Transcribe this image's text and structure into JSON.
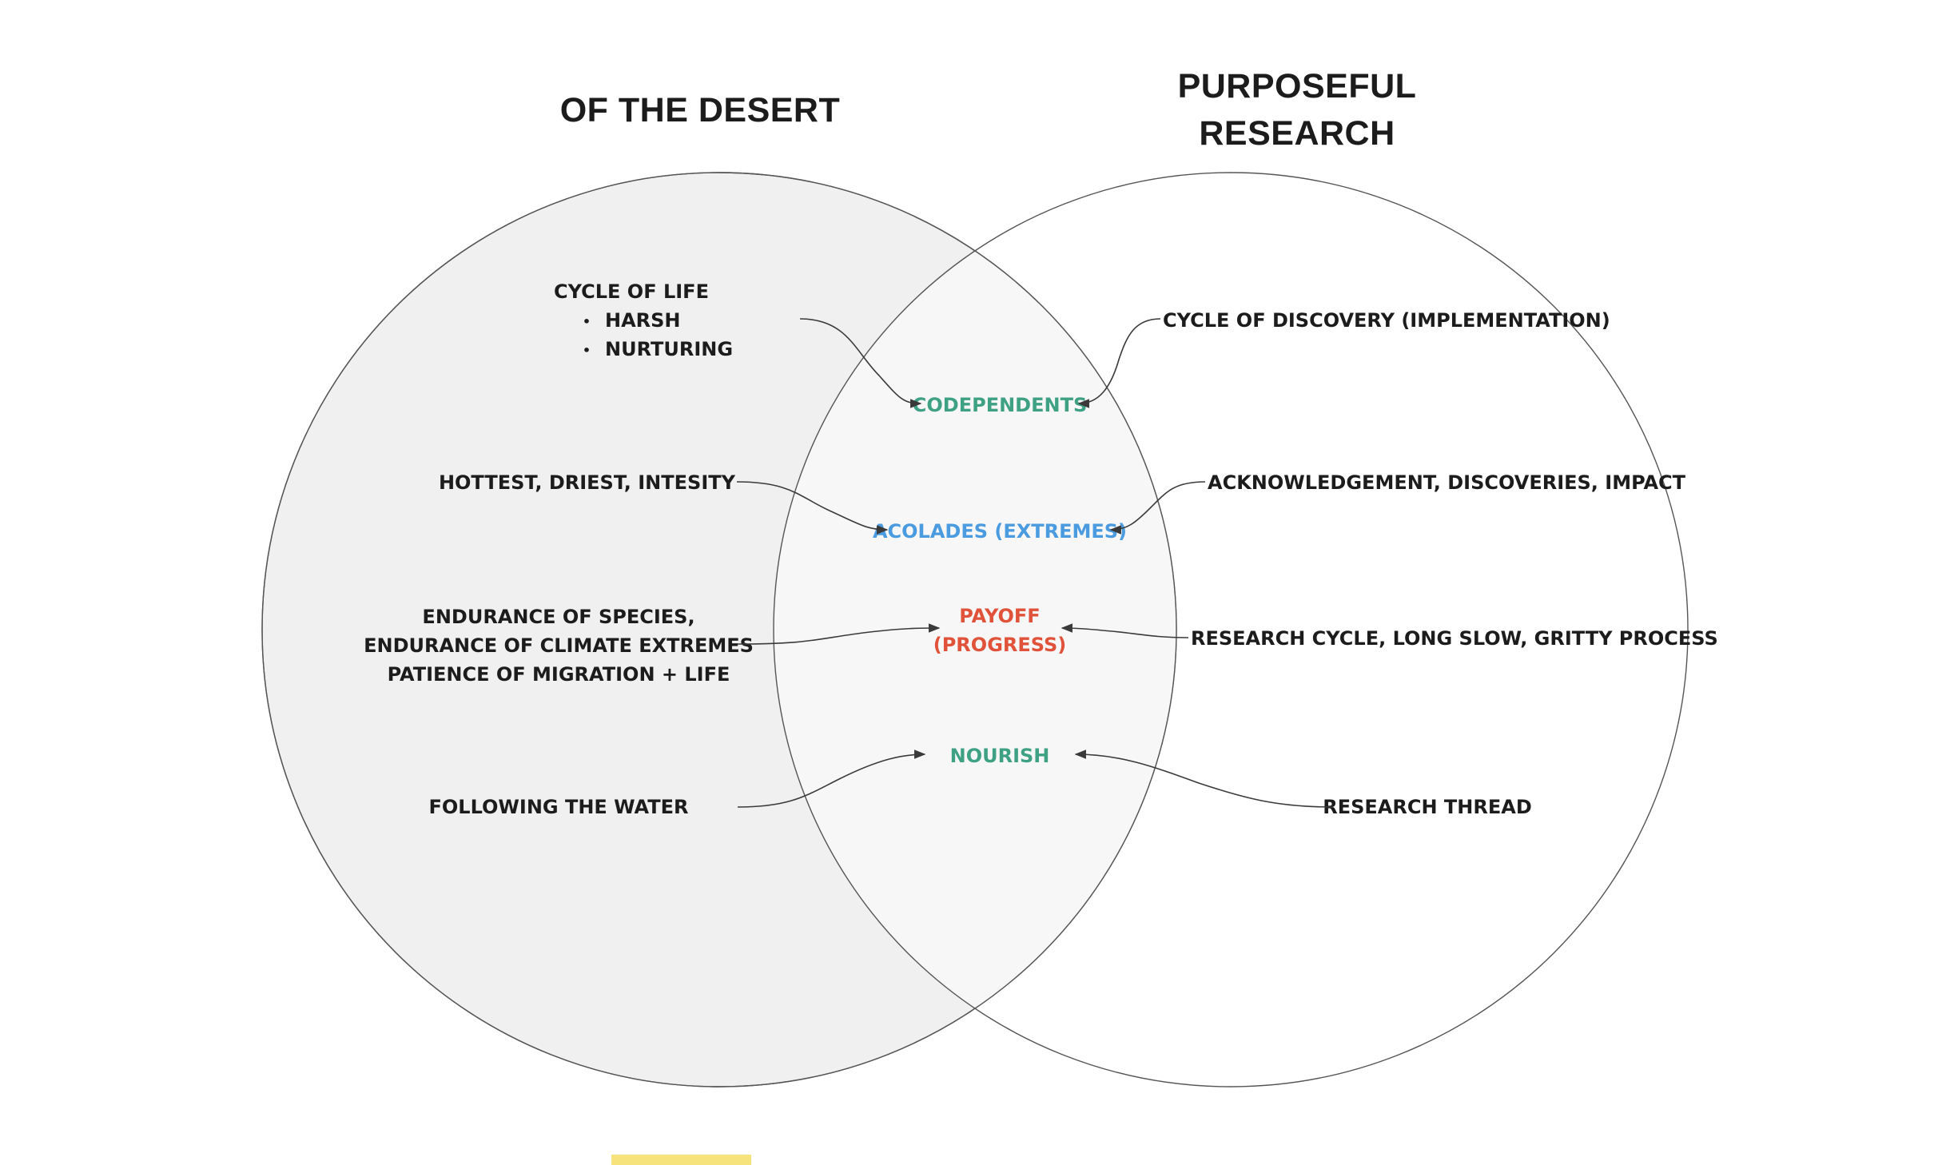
{
  "titles": {
    "left": "OF THE DESERT",
    "right_line1": "PURPOSEFUL",
    "right_line2": "RESEARCH"
  },
  "left_items": {
    "cycle_title": "CYCLE OF LIFE",
    "cycle_bullets": [
      "HARSH",
      "NURTURING"
    ],
    "bullet_glyph": "•",
    "hottest": "HOTTEST, DRIEST, INTESITY",
    "endurance": [
      "ENDURANCE OF SPECIES,",
      "ENDURANCE OF CLIMATE EXTREMES",
      "PATIENCE OF MIGRATION + LIFE"
    ],
    "water": "FOLLOWING THE WATER"
  },
  "right_items": {
    "cycle": "CYCLE OF DISCOVERY (IMPLEMENTATION)",
    "acknowledgement": "ACKNOWLEDGEMENT, DISCOVERIES, IMPACT",
    "research_cycle": "RESEARCH CYCLE, LONG SLOW, GRITTY PROCESS",
    "thread": "RESEARCH THREAD"
  },
  "overlap_items": {
    "codependents": "CODEPENDENTS",
    "acolades": "ACOLADES (EXTREMES)",
    "payoff_line1": "PAYOFF",
    "payoff_line2": "(PROGRESS)",
    "nourish": "NOURISH"
  },
  "colors": {
    "background": "#ffffff",
    "left_fill": "#f0f0f0",
    "overlap_fill": "#f7f7f7",
    "outline": "#555555",
    "text": "#1c1c1c",
    "green": "#3fa184",
    "blue": "#4a9be0",
    "red": "#e0523a",
    "yellow_swatch": "#f7e37c"
  }
}
